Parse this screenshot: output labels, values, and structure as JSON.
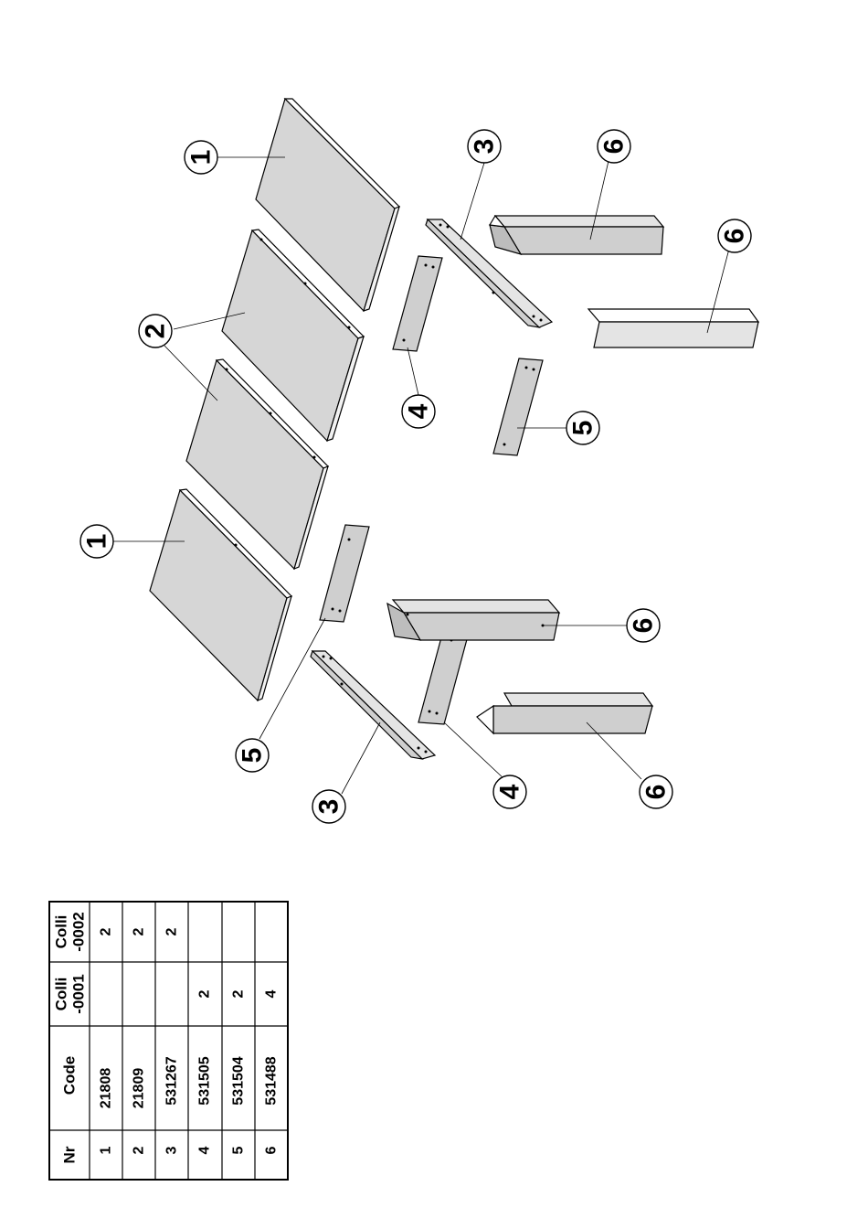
{
  "callouts": {
    "c1a": "1",
    "c1b": "1",
    "c2": "2",
    "c3a": "3",
    "c3b": "3",
    "c4a": "4",
    "c4b": "4",
    "c5a": "5",
    "c5b": "5",
    "c6a": "6",
    "c6b": "6",
    "c6c": "6",
    "c6d": "6"
  },
  "parts_table": {
    "headers": {
      "nr": "Nr",
      "code": "Code",
      "colli1_line1": "Colli",
      "colli1_line2": "-0001",
      "colli2_line1": "Colli",
      "colli2_line2": "-0002"
    },
    "rows": [
      {
        "nr": "1",
        "code": "21808",
        "colli_0001": "",
        "colli_0002": "2"
      },
      {
        "nr": "2",
        "code": "21809",
        "colli_0001": "",
        "colli_0002": "2"
      },
      {
        "nr": "3",
        "code": "531267",
        "colli_0001": "",
        "colli_0002": "2"
      },
      {
        "nr": "4",
        "code": "531505",
        "colli_0001": "2",
        "colli_0002": ""
      },
      {
        "nr": "5",
        "code": "531504",
        "colli_0001": "2",
        "colli_0002": ""
      },
      {
        "nr": "6",
        "code": "531488",
        "colli_0001": "4",
        "colli_0002": ""
      }
    ]
  }
}
